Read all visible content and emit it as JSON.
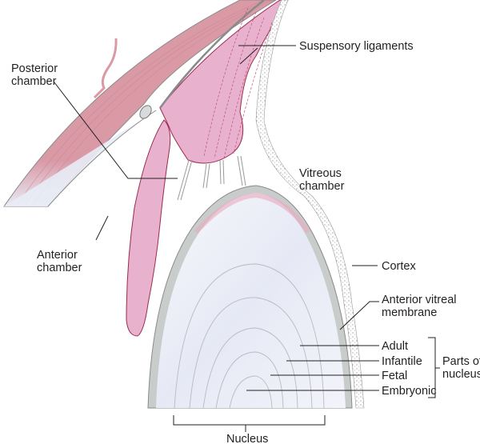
{
  "title": "Cross-section of the eye showing lens, ciliary body and chambers",
  "colors": {
    "sclera_pink": "#d99aa6",
    "sclera_stripe": "#c97f8e",
    "ciliary_pink": "#e8b2cf",
    "ciliary_outline": "#9b2a4e",
    "cornea_blue": "#e8ecf6",
    "lens_fill": "#eef0f9",
    "capsule_grey": "#c8ccca",
    "outline_grey": "#8a8a8a",
    "label_text": "#231f20"
  },
  "labels": {
    "posterior_chamber": [
      "Posterior",
      "chamber"
    ],
    "suspensory_ligaments": "Suspensory ligaments",
    "vitreous_chamber": [
      "Vitreous",
      "chamber"
    ],
    "anterior_chamber": [
      "Anterior",
      "chamber"
    ],
    "cortex": "Cortex",
    "anterior_vitreal_membrane": [
      "Anterior vitreal",
      "membrane"
    ],
    "adult": "Adult",
    "infantile": "Infantile",
    "fetal": "Fetal",
    "embryonic": "Embryonic",
    "parts_of_nucleus": [
      "Parts of",
      "nucleus"
    ],
    "nucleus": "Nucleus"
  }
}
